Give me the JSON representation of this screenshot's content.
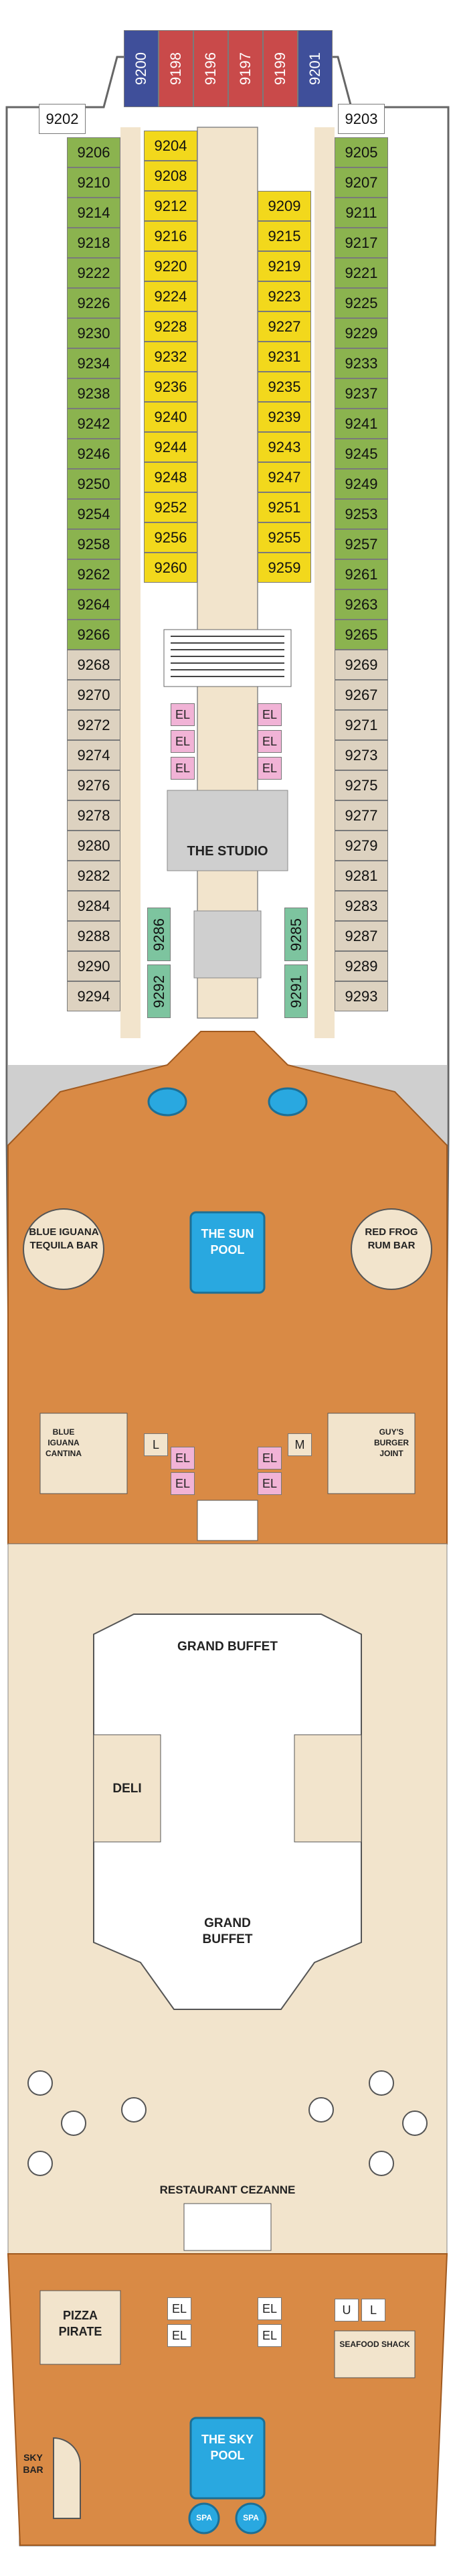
{
  "deck": {
    "top_cabins": [
      "9200",
      "9198",
      "9196",
      "9197",
      "9199",
      "9201"
    ],
    "corner_left": "9202",
    "corner_right": "9203",
    "left_green": [
      "9206",
      "9210",
      "9214",
      "9218",
      "9222",
      "9226",
      "9230",
      "9234",
      "9238",
      "9242",
      "9246",
      "9250",
      "9254",
      "9258",
      "9262",
      "9264",
      "9266"
    ],
    "inner_left_yellow": [
      "9204",
      "9208",
      "9212",
      "9216",
      "9220",
      "9224",
      "9228",
      "9232",
      "9236",
      "9240",
      "9244",
      "9248",
      "9252",
      "9256",
      "9260"
    ],
    "inner_right_yellow": [
      "9209",
      "9215",
      "9219",
      "9223",
      "9227",
      "9231",
      "9235",
      "9239",
      "9243",
      "9247",
      "9251",
      "9255",
      "9259"
    ],
    "right_green": [
      "9205",
      "9207",
      "9211",
      "9217",
      "9221",
      "9225",
      "9229",
      "9233",
      "9237",
      "9241",
      "9245",
      "9249",
      "9253",
      "9257",
      "9261",
      "9263",
      "9265"
    ],
    "left_beige": [
      "9268",
      "9270",
      "9272",
      "9274",
      "9276",
      "9278",
      "9280",
      "9282",
      "9284",
      "9288",
      "9290",
      "9294"
    ],
    "right_beige": [
      "9269",
      "9267",
      "9271",
      "9273",
      "9275",
      "9277",
      "9279",
      "9281",
      "9283",
      "9287",
      "9289",
      "9293"
    ],
    "teal_left": [
      "9286",
      "9292"
    ],
    "teal_right": [
      "9285",
      "9291"
    ],
    "el": "EL",
    "l": "L",
    "m": "M",
    "u": "U",
    "venues": {
      "studio": "THE STUDIO",
      "blue_iguana_bar": "BLUE IGUANA TEQUILA BAR",
      "red_frog": "RED FROG RUM BAR",
      "sun_pool": "THE SUN POOL",
      "blue_iguana_cantina": "BLUE IGUANA CANTINA",
      "guys_burger": "GUY'S BURGER JOINT",
      "grand_buffet_top": "GRAND BUFFET",
      "deli": "DELI",
      "grand_buffet": "GRAND BUFFET",
      "restaurant": "RESTAURANT CEZANNE",
      "pizza": "PIZZA PIRATE",
      "seafood": "SEAFOOD SHACK",
      "sky_bar": "SKY BAR",
      "sky_pool": "THE SKY POOL",
      "spa": "SPA"
    },
    "colors": {
      "green": "#8bb34f",
      "yellow": "#f2d81c",
      "beige": "#ddd2c0",
      "teal": "#7dc49f",
      "pink": "#f1b3d6",
      "wood": "#d98a45",
      "floor": "#f2e4cc",
      "pool": "#29a8e0",
      "navy": "#3f4f9a",
      "red": "#c94a4a"
    }
  }
}
